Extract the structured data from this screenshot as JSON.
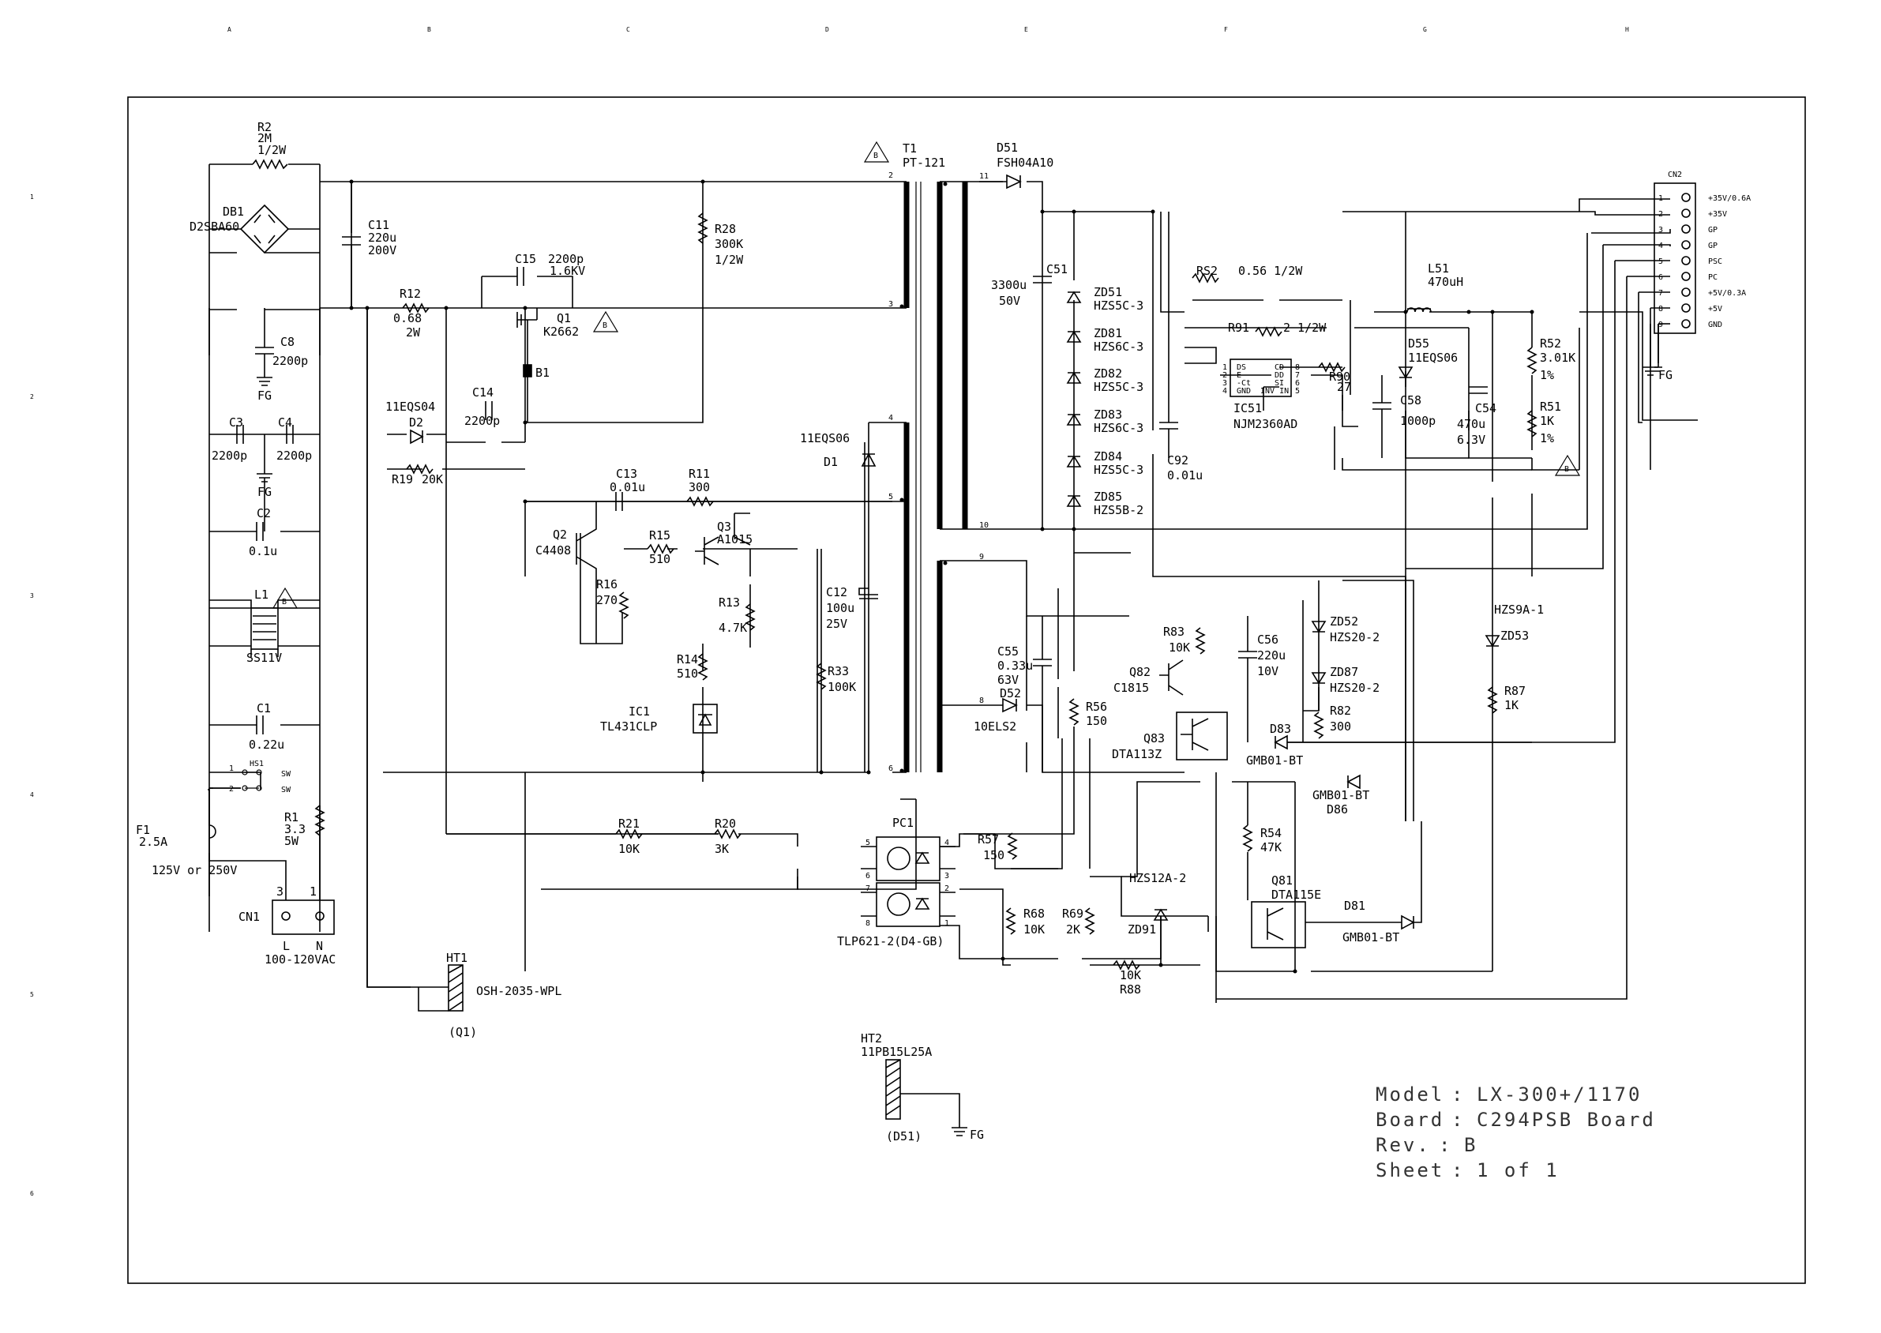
{
  "zone_letters": [
    "A",
    "B",
    "C",
    "D",
    "E",
    "F",
    "G",
    "H"
  ],
  "zone_numbers": [
    "1",
    "2",
    "3",
    "4",
    "5",
    "6"
  ],
  "labels": {
    "r2": "R2",
    "r2_v": "2M",
    "r2_p": "1/2W",
    "db1": "DB1",
    "db1_v": "D2SBA60",
    "c11": "C11",
    "c11_v": "220u",
    "c11_p": "200V",
    "c8": "C8",
    "c8_v": "2200p",
    "fg_c8": "FG",
    "c3": "C3",
    "c3_v": "2200p",
    "c4": "C4",
    "c4_v": "2200p",
    "fg_c34": "FG",
    "c2": "C2",
    "c2_v": "0.1u",
    "l1": "L1",
    "l1_v": "SS11V",
    "c1": "C1",
    "c1_v": "0.22u",
    "hs1": "HS1",
    "sw1": "SW",
    "sw2": "SW",
    "r1": "R1",
    "r1_v": "3.3",
    "r1_p": "5W",
    "f1": "F1",
    "f1_v": "2.5A",
    "f1_p": "125V or 250V",
    "cn1": "CN1",
    "cn1_p3": "3",
    "cn1_p1": "1",
    "cn1_l": "L",
    "cn1_n": "N",
    "cn1_v": "100-120VAC",
    "ht1": "HT1",
    "ht1_v": "OSH-2035-WPL",
    "ht1_q": "(Q1)",
    "ht2": "HT2",
    "ht2_v": "11PB15L25A",
    "ht2_q": "(D51)",
    "fg_ht2": "FG",
    "r12": "R12",
    "r12_v": "0.68",
    "r12_p": "2W",
    "c15": "C15",
    "c15_v": "2200p",
    "c15_p": "1.6KV",
    "q1": "Q1",
    "q1_v": "K2662",
    "b1": "B1",
    "r28": "R28",
    "r28_v": "300K",
    "r28_p": "1/2W",
    "c14": "C14",
    "c14_v": "2200p",
    "d2_v": "11EQS04",
    "d2": "D2",
    "r19": "R19",
    "r19_v": "20K",
    "c13": "C13",
    "c13_v": "0.01u",
    "r11": "R11",
    "r11_v": "300",
    "q2": "Q2",
    "q2_v": "C4408",
    "r15": "R15",
    "r15_v": "510",
    "q3": "Q3",
    "q3_v": "A1015",
    "r16": "R16",
    "r16_v": "270",
    "r13": "R13",
    "r13_v": "4.7K",
    "r14": "R14",
    "r14_v": "510",
    "ic1": "IC1",
    "ic1_v": "TL431CLP",
    "d1_v": "11EQS06",
    "d1": "D1",
    "c12": "C12",
    "c12_v": "100u",
    "c12_p": "25V",
    "r33": "R33",
    "r33_v": "100K",
    "r21": "R21",
    "r21_v": "10K",
    "r20": "R20",
    "r20_v": "3K",
    "t1": "T1",
    "t1_v": "PT-121",
    "w2": "2",
    "w3": "3",
    "w4": "4",
    "w5": "5",
    "w6": "6",
    "w8": "8",
    "w9": "9",
    "w10": "10",
    "w11": "11",
    "d51": "D51",
    "d51_v": "FSH04A10",
    "c51": "C51",
    "c51_v": "3300u",
    "c51_p": "50V",
    "zd51": "ZD51",
    "zd51_v": "HZS5C-3",
    "zd81": "ZD81",
    "zd81_v": "HZS6C-3",
    "zd82": "ZD82",
    "zd82_v": "HZS5C-3",
    "zd83": "ZD83",
    "zd83_v": "HZS6C-3",
    "zd84": "ZD84",
    "zd84_v": "HZS5C-3",
    "zd85": "ZD85",
    "zd85_v": "HZS5B-2",
    "c55": "C55",
    "c55_v": "0.33u",
    "c55_p": "63V",
    "d52": "D52",
    "d52_v": "10ELS2",
    "r56": "R56",
    "r56_v": "150",
    "pc1": "PC1",
    "pc1_v": "TLP621-2(D4-GB)",
    "pc_p5": "5",
    "pc_p6": "6",
    "pc_p7": "7",
    "pc_p8": "8",
    "pc_p4": "4",
    "pc_p3": "3",
    "pc_p2": "2",
    "pc_p1": "1",
    "r57": "R57",
    "r57_v": "150",
    "r68": "R68",
    "r68_v": "10K",
    "r69": "R69",
    "r69_v": "2K",
    "zd91_v": "HZS12A-2",
    "zd91": "ZD91",
    "r88": "R88",
    "r88_v": "10K",
    "r52_res": "RS2",
    "r52_res_v": "0.56 1/2W",
    "r91": "R91",
    "r91_v": "2 1/2W",
    "r90": "R90",
    "r90_v": "27",
    "ic51": "IC51",
    "ic51_v": "NJM2360AD",
    "ic51_pins_l": [
      "1",
      "2",
      "3",
      "4"
    ],
    "ic51_pins_r": [
      "8",
      "7",
      "6",
      "5"
    ],
    "ic51_ids_l": [
      "DS",
      "E",
      "-Ct",
      "GND"
    ],
    "ic51_ids_r": [
      "CD",
      "DD",
      "SI",
      "INV IN"
    ],
    "c92": "C92",
    "c92_v": "0.01u",
    "l51": "L51",
    "l51_v": "470uH",
    "d55": "D55",
    "d55_v": "11EQS06",
    "c58": "C58",
    "c58_v": "1000p",
    "c54": "C54",
    "c54_v": "470u",
    "c54_p": "6.3V",
    "r52": "R52",
    "r52_v": "3.01K",
    "r52_t": "1%",
    "r51": "R51",
    "r51_v": "1K",
    "r51_t": "1%",
    "cn2": "CN2",
    "cn2_pins": [
      "1",
      "2",
      "3",
      "4",
      "5",
      "6",
      "7",
      "8",
      "9"
    ],
    "cn2_signals": [
      "+35V/0.6A",
      "+35V",
      "GP",
      "GP",
      "PSC",
      "PC",
      "+5V/0.3A",
      "+5V",
      "GND"
    ],
    "fg_cn2": "FG",
    "r83": "R83",
    "r83_v": "10K",
    "c56": "C56",
    "c56_v": "220u",
    "c56_p": "10V",
    "q82": "Q82",
    "q82_v": "C1815",
    "q83": "Q83",
    "q83_v": "DTA113Z",
    "zd52": "ZD52",
    "zd52_v": "HZS20-2",
    "zd87": "ZD87",
    "zd87_v": "HZS20-2",
    "r82": "R82",
    "r82_v": "300",
    "d83": "D83",
    "d83_v": "GMB01-BT",
    "d86_v": "GMB01-BT",
    "d86": "D86",
    "r54": "R54",
    "r54_v": "47K",
    "q81": "Q81",
    "q81_v": "DTA115E",
    "d81": "D81",
    "d81_v": "GMB01-BT",
    "zd53_v": "HZS9A-1",
    "zd53": "ZD53",
    "r87": "R87",
    "r87_v": "1K",
    "delta_b": "B"
  },
  "title_block": {
    "model_label": "Model",
    "model_value": "LX-300+/1170",
    "board_label": "Board",
    "board_value": "C294PSB Board",
    "rev_label": "Rev.",
    "rev_value": "B",
    "sheet_label": "Sheet",
    "sheet_value": "1 of 1",
    "sep": ":"
  }
}
